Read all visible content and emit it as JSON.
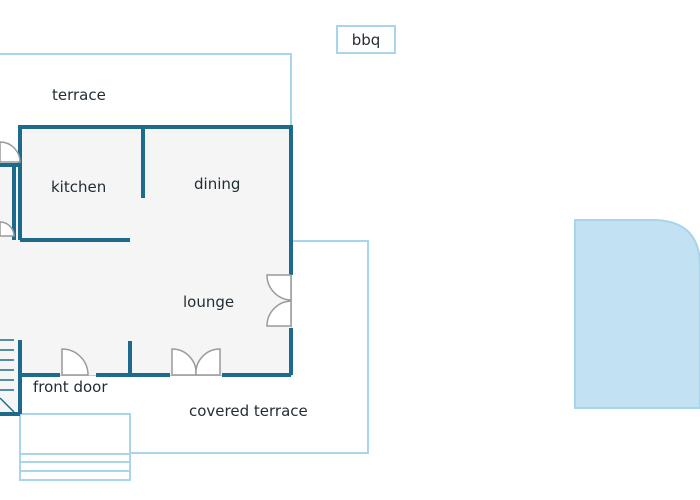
{
  "labels": {
    "bbq": "bbq",
    "terrace": "terrace",
    "kitchen": "kitchen",
    "dining": "dining",
    "lounge": "lounge",
    "front_door": "front door",
    "covered_terrace": "covered terrace"
  },
  "colors": {
    "wall": "#1d6a8c",
    "outline_light": "#a9d4ea",
    "floor": "#f5f5f5",
    "pool": "#c2e2f4",
    "door": "#9a9a9a",
    "text": "#1f2d33"
  }
}
